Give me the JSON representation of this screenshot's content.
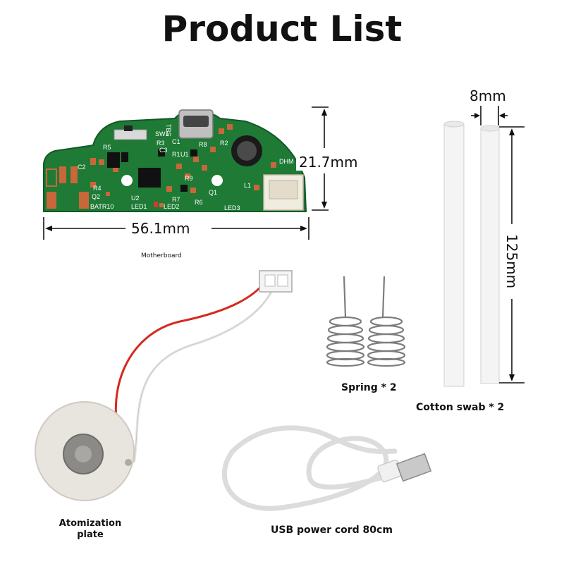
{
  "title": "Product List",
  "items": {
    "motherboard": {
      "label": "Motherboard",
      "width_label": "56.1mm",
      "height_label": "21.7mm",
      "silkscreen": [
        "SW1",
        "R5",
        "R3",
        "C1",
        "C2",
        "R1",
        "U1",
        "R8",
        "R2",
        "C3",
        "R4",
        "Q2",
        "BATR10",
        "U2",
        "LED1",
        "LED2",
        "R7",
        "R6",
        "Q1",
        "R9",
        "L1",
        "DHM",
        "LED3",
        "TBS"
      ]
    },
    "cotton_swab": {
      "label": "Cotton swab * 2",
      "width_label": "8mm",
      "length_label": "125mm"
    },
    "spring": {
      "label": "Spring * 2"
    },
    "atomization_plate": {
      "label_line1": "Atomization",
      "label_line2": "plate"
    },
    "usb_cord": {
      "label": "USB power cord 80cm"
    }
  },
  "colors": {
    "pcb": "#1e7a35",
    "pad": "#c8673a",
    "wire_red": "#d42a1e",
    "cable": "#eeeeee"
  }
}
